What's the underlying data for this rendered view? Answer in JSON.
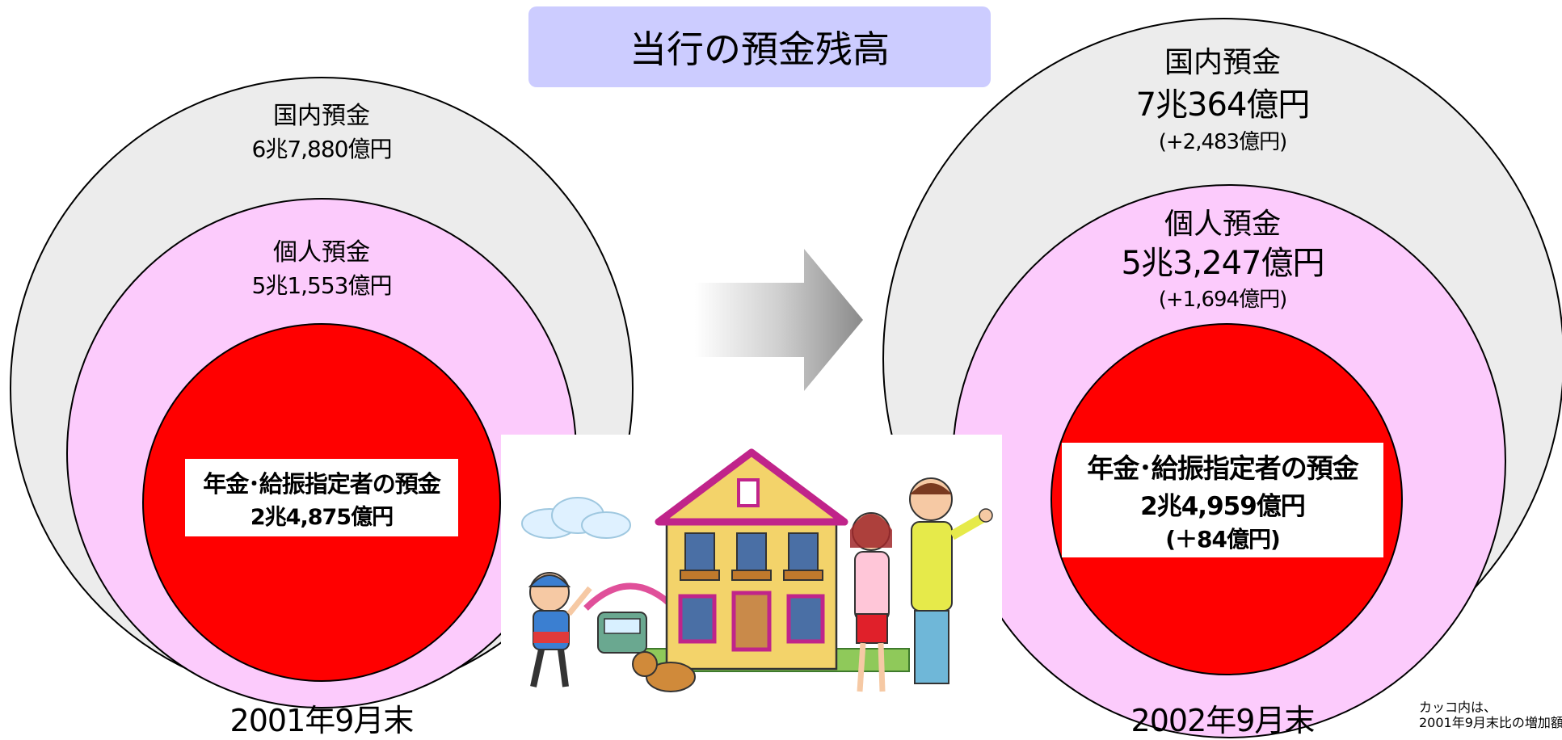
{
  "title": "当行の預金残高",
  "left": {
    "domestic": {
      "name": "国内預金",
      "value": "6兆7,880億円"
    },
    "personal": {
      "name": "個人預金",
      "value": "5兆1,553億円"
    },
    "pension": {
      "name": "年金･給振指定者の預金",
      "value": "2兆4,875億円"
    },
    "date": "2001年9月末"
  },
  "right": {
    "domestic": {
      "name": "国内預金",
      "value": "7兆364億円",
      "diff": "(+2,483億円)"
    },
    "personal": {
      "name": "個人預金",
      "value": "5兆3,247億円",
      "diff": "(+1,694億円)"
    },
    "pension": {
      "name": "年金･給振指定者の預金",
      "value": "2兆4,959億円",
      "diff": "(＋84億円)"
    },
    "date": "2002年9月末"
  },
  "note": {
    "line1": "カッコ内は、",
    "line2": "2001年9月末比の増加額"
  },
  "colors": {
    "domestic": "#ececec",
    "personal": "#fccbfc",
    "pension": "#ff0000",
    "title_bg": "#ccccff"
  }
}
